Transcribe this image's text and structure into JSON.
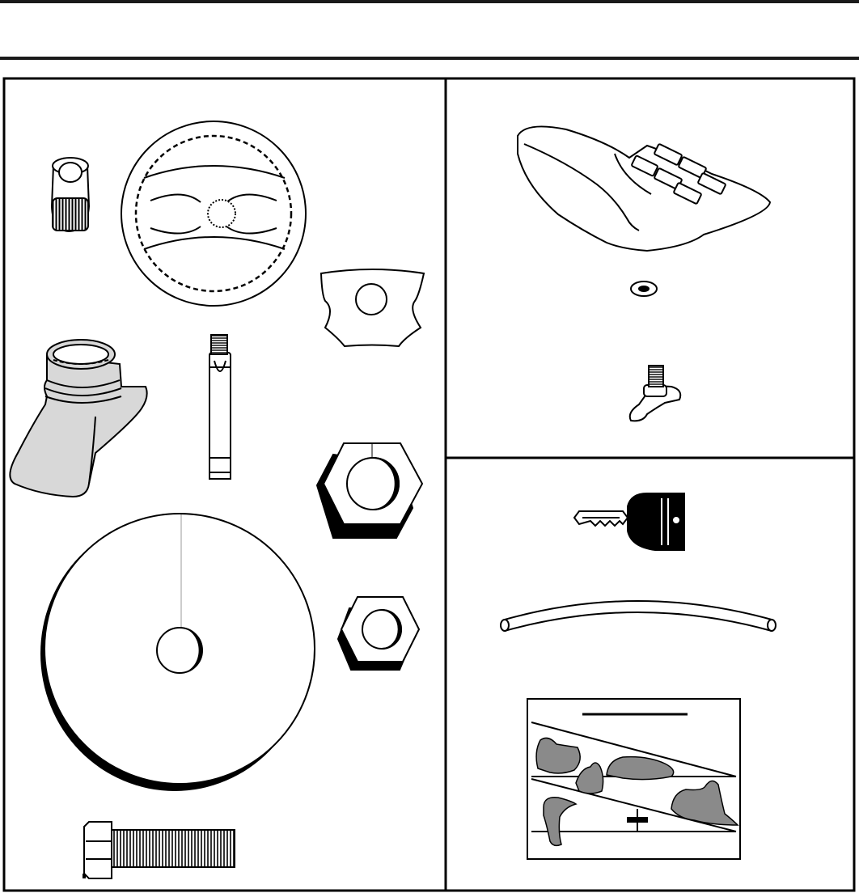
{
  "page": {
    "header_text": ""
  },
  "figure": {
    "panels": [
      {
        "id": "left-panel",
        "parts": [
          "knob-icon",
          "steering-wheel-icon",
          "wheel-cap-icon",
          "adapter-icon",
          "extension-shaft-icon",
          "large-hex-nut-icon",
          "washer-icon",
          "small-hex-nut-icon",
          "hex-bolt-icon"
        ]
      },
      {
        "id": "upper-right-panel",
        "parts": [
          "seat-icon",
          "seat-washer-icon",
          "wing-knob-icon"
        ]
      },
      {
        "id": "lower-right-panel",
        "parts": [
          "ignition-key-icon",
          "fuel-hose-icon",
          "slope-decal-icon"
        ]
      }
    ]
  }
}
